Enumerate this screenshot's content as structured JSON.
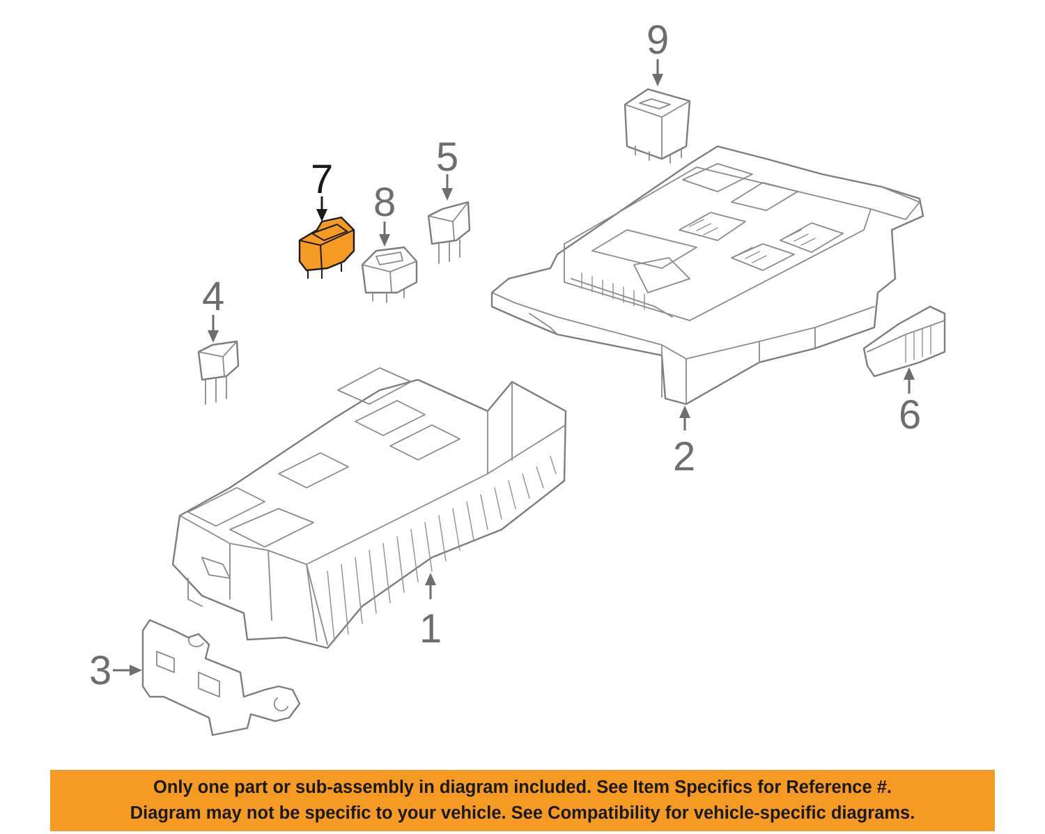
{
  "diagram": {
    "callouts": [
      {
        "id": "1",
        "label": "1"
      },
      {
        "id": "2",
        "label": "2"
      },
      {
        "id": "3",
        "label": "3"
      },
      {
        "id": "4",
        "label": "4"
      },
      {
        "id": "5",
        "label": "5"
      },
      {
        "id": "6",
        "label": "6"
      },
      {
        "id": "7",
        "label": "7"
      },
      {
        "id": "8",
        "label": "8"
      },
      {
        "id": "9",
        "label": "9"
      }
    ],
    "highlighted_part": "7",
    "colors": {
      "highlight": "#f59a23",
      "line_art": "#7d7d7d",
      "callout_text": "#6e6e6e",
      "highlight_callout": "#1a1a1a"
    }
  },
  "notice": {
    "line1": "Only one part or sub-assembly in diagram included. See Item Specifics for Reference #.",
    "line2": "Diagram may not be specific to your vehicle. See Compatibility for vehicle-specific diagrams.",
    "background": "#f59a23"
  }
}
